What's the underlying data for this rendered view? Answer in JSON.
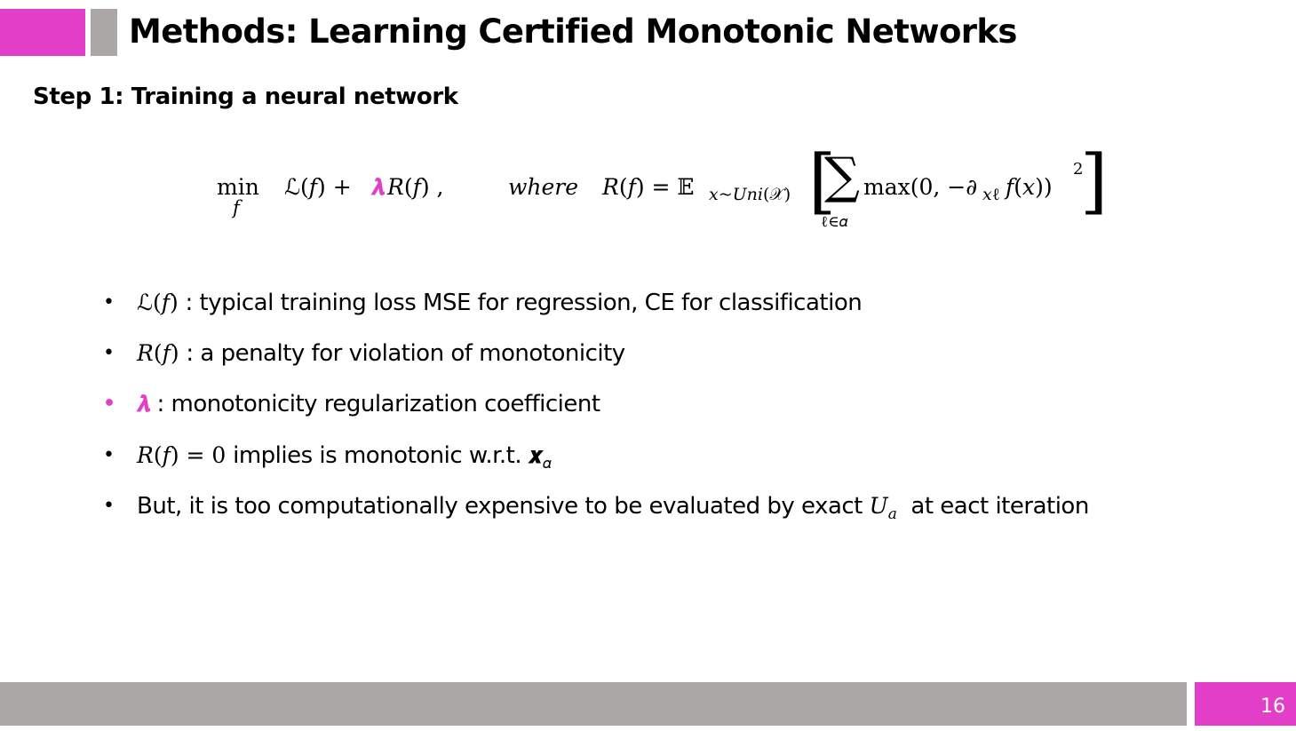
{
  "slide": {
    "title": "Methods: Learning Certified Monotonic Networks",
    "step_heading": "Step 1:  Training a neural network",
    "page_number": "16"
  },
  "equation": {
    "min": "min",
    "min_sub": "f",
    "loss": "ℒ(𝑓) + ",
    "lambda": "𝝀",
    "reg": "𝑅(𝑓) ,",
    "where": "where",
    "rdef": "𝑅(𝑓) = 𝔼",
    "exp_sub": "𝑥~𝑈𝑛𝑖(𝒳)",
    "bracket_open": "[",
    "sum": "∑",
    "sum_sub": "ℓ∈𝛼",
    "max_term": "max(0, −∂",
    "partial_sub": "𝑥ℓ",
    "fx": "𝑓(𝑥))",
    "square": "2",
    "bracket_close": "]"
  },
  "bullets": [
    {
      "math": "ℒ(𝑓)",
      "text": " : typical training loss MSE for regression, CE for classification"
    },
    {
      "math": "𝑅(𝑓)",
      "text": " : a penalty for violation of monotonicity"
    },
    {
      "math": "𝝀",
      "text": " : monotonicity regularization coefficient"
    },
    {
      "math": "𝑅(𝑓) = 0",
      "text": " implies is monotonic w.r.t. ",
      "math2": "𝒙",
      "sub": "𝛼"
    },
    {
      "text": "But, it is too computationally expensive to be evaluated by exact ",
      "math": "𝑈",
      "sub": "𝑎",
      "text2": "  at eact iteration"
    }
  ],
  "bullet_symbol": "•",
  "colors": {
    "accent": "#e33ec8",
    "bar_gray": "#aba7a6"
  }
}
